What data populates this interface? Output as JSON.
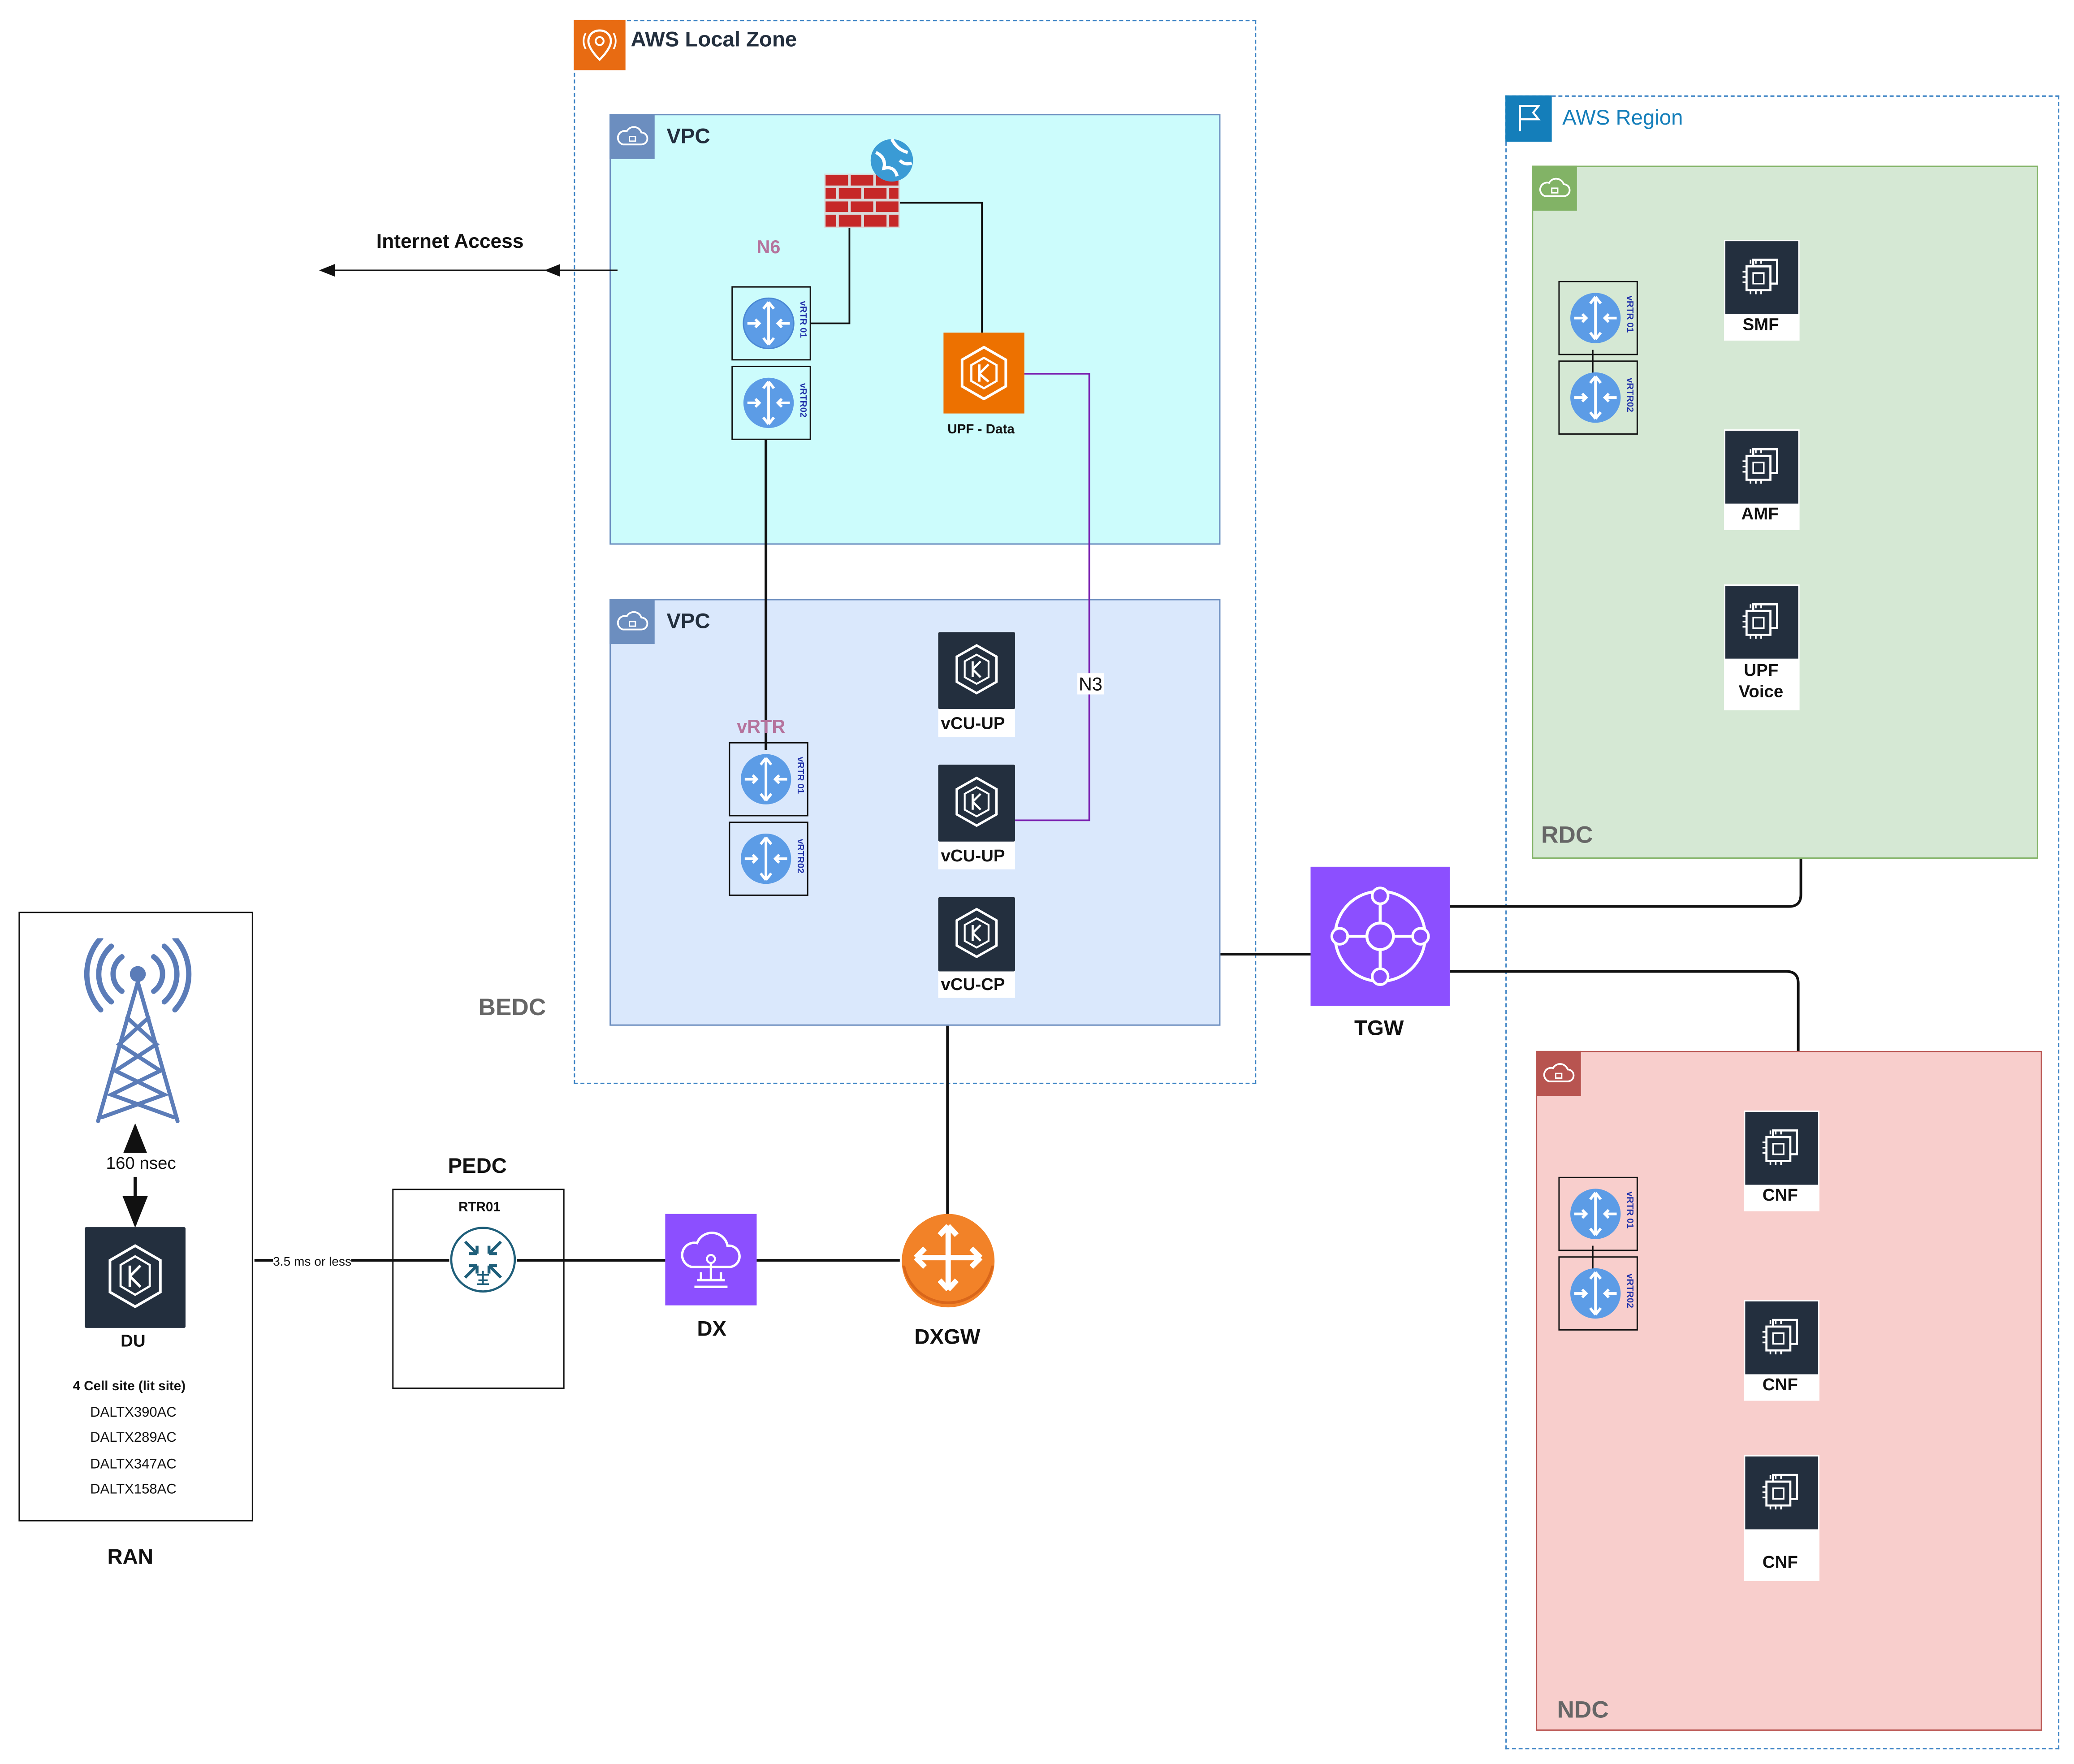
{
  "local_zone": {
    "title": "AWS Local Zone",
    "bedc_label": "BEDC"
  },
  "vpc_top": {
    "title": "VPC",
    "n6_label": "N6",
    "upf_label": "UPF - Data",
    "rtr_a": "vRTR 01",
    "rtr_b": "vRTR02"
  },
  "vpc_bottom": {
    "title": "VPC",
    "vrtr_label": "vRTR",
    "rtr_a": "vRTR 01",
    "rtr_b": "vRTR02",
    "vcu_up_1": "vCU-UP",
    "vcu_up_2": "vCU-UP",
    "vcu_cp": "vCU-CP"
  },
  "internet_access": "Internet Access",
  "n3_label": "N3",
  "aws_region": {
    "title": "AWS Region"
  },
  "rdc": {
    "title": "RDC",
    "rtr_a": "vRTR 01",
    "rtr_b": "vRTR02",
    "smf": "SMF",
    "amf": "AMF",
    "upf_voice_1": "UPF",
    "upf_voice_2": "Voice"
  },
  "ndc": {
    "title": "NDC",
    "rtr_a": "vRTR 01",
    "rtr_b": "vRTR02",
    "cnf_1": "CNF",
    "cnf_2": "CNF",
    "cnf_3": "CNF"
  },
  "tgw": "TGW",
  "ran": {
    "title": "RAN",
    "latency": "160 nsec",
    "du": "DU",
    "cell_heading": "4 Cell site (lit site)",
    "sites": [
      "DALTX390AC",
      "DALTX289AC",
      "DALTX347AC",
      "DALTX158AC"
    ]
  },
  "link_latency": "3.5 ms or less",
  "pedc": {
    "title": "PEDC",
    "router": "RTR01"
  },
  "dx": "DX",
  "dxgw": "DXGW",
  "colors": {
    "vpc_top_fill": "#ccfcfc",
    "vpc_bottom_fill": "#dae8fc",
    "rdc_fill": "#d5e8d4",
    "ndc_fill": "#f8cecc",
    "n_label": "#b5739d",
    "aws_orange": "#ed7100",
    "aws_purple": "#8c4fff"
  }
}
